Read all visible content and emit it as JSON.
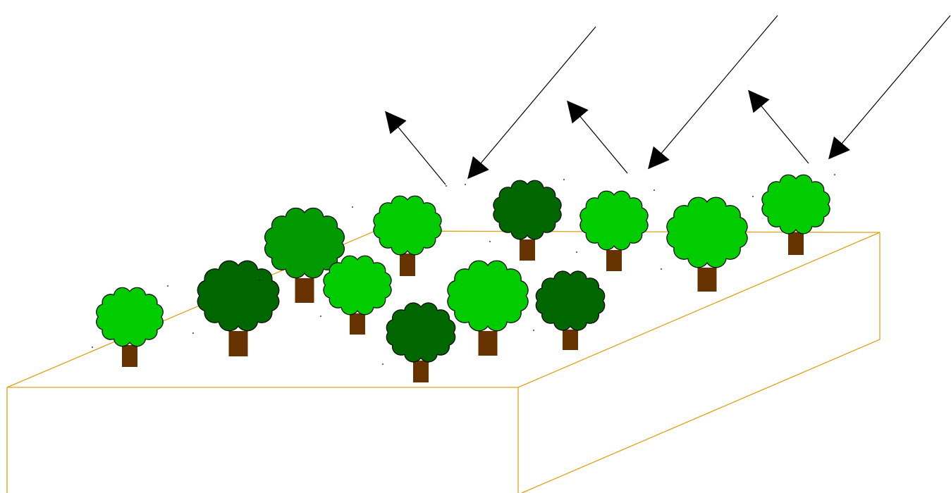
{
  "colors": {
    "background": "#ffffff",
    "block_edge": "#d9a419",
    "trunk": "#663300",
    "crown_light": "#00cc00",
    "crown_medium": "#009900",
    "crown_dark": "#006600",
    "arrow": "#000000"
  },
  "arrows": [
    {
      "direction": "incoming"
    },
    {
      "direction": "outgoing"
    },
    {
      "direction": "incoming"
    },
    {
      "direction": "outgoing"
    },
    {
      "direction": "incoming"
    },
    {
      "direction": "outgoing"
    }
  ],
  "trees": [
    {
      "shade": "light"
    },
    {
      "shade": "dark"
    },
    {
      "shade": "medium"
    },
    {
      "shade": "light"
    },
    {
      "shade": "light"
    },
    {
      "shade": "dark"
    },
    {
      "shade": "light"
    },
    {
      "shade": "dark"
    },
    {
      "shade": "light"
    },
    {
      "shade": "light"
    },
    {
      "shade": "dark"
    },
    {
      "shade": "light"
    }
  ]
}
